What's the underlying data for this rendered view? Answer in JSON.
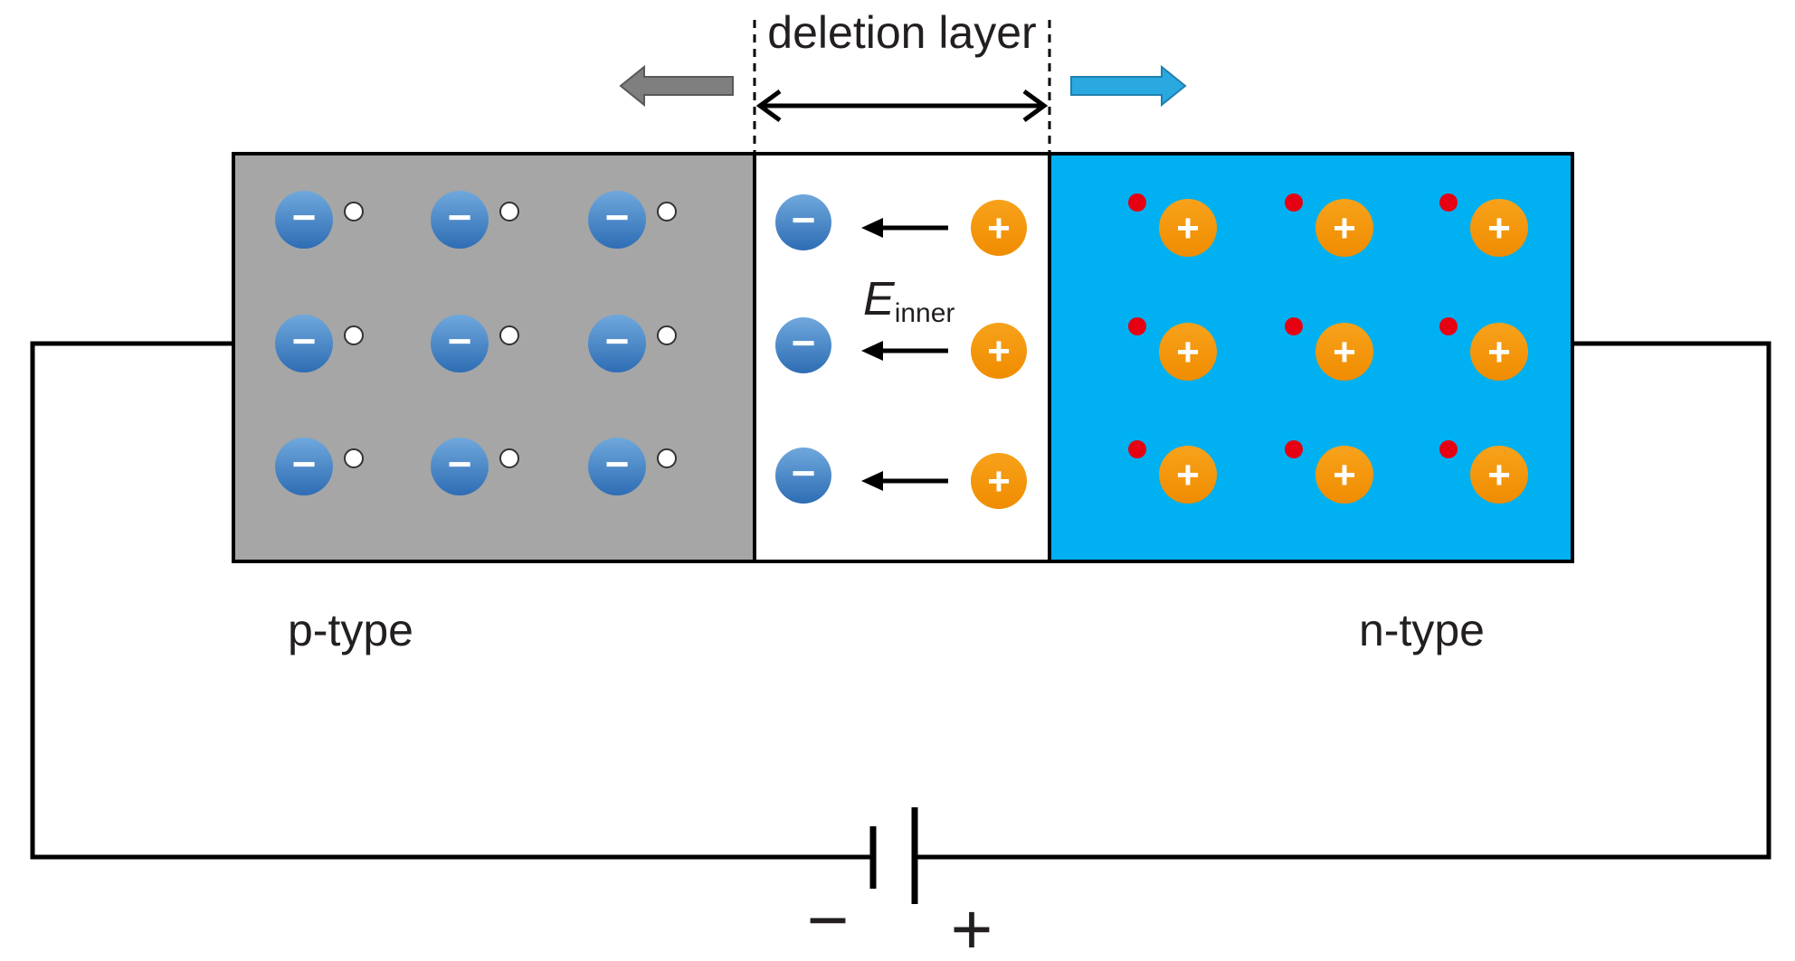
{
  "labels": {
    "depletion": "deletion layer",
    "p_type": "p-type",
    "n_type": "n-type",
    "field_main": "E",
    "field_sub": "inner",
    "battery_neg": "−",
    "battery_pos": "+",
    "minus_glyph": "−",
    "plus_glyph": "+"
  },
  "regions": {
    "p_color": "#a6a6a6",
    "depletion_color": "#ffffff",
    "n_color": "#00b0f0",
    "wire_color": "#000000"
  },
  "carriers": {
    "rows": 3,
    "p_columns": 3,
    "n_columns": 3,
    "depletion_rows": 3,
    "acceptor_ion_color": "#3c7fc0",
    "hole_color": "#ffffff",
    "donor_ion_color": "#f39c12",
    "electron_color": "#e60012"
  },
  "arrows": {
    "left_arrow_color": "#7f7f7f",
    "right_arrow_color": "#2aa8e0"
  }
}
